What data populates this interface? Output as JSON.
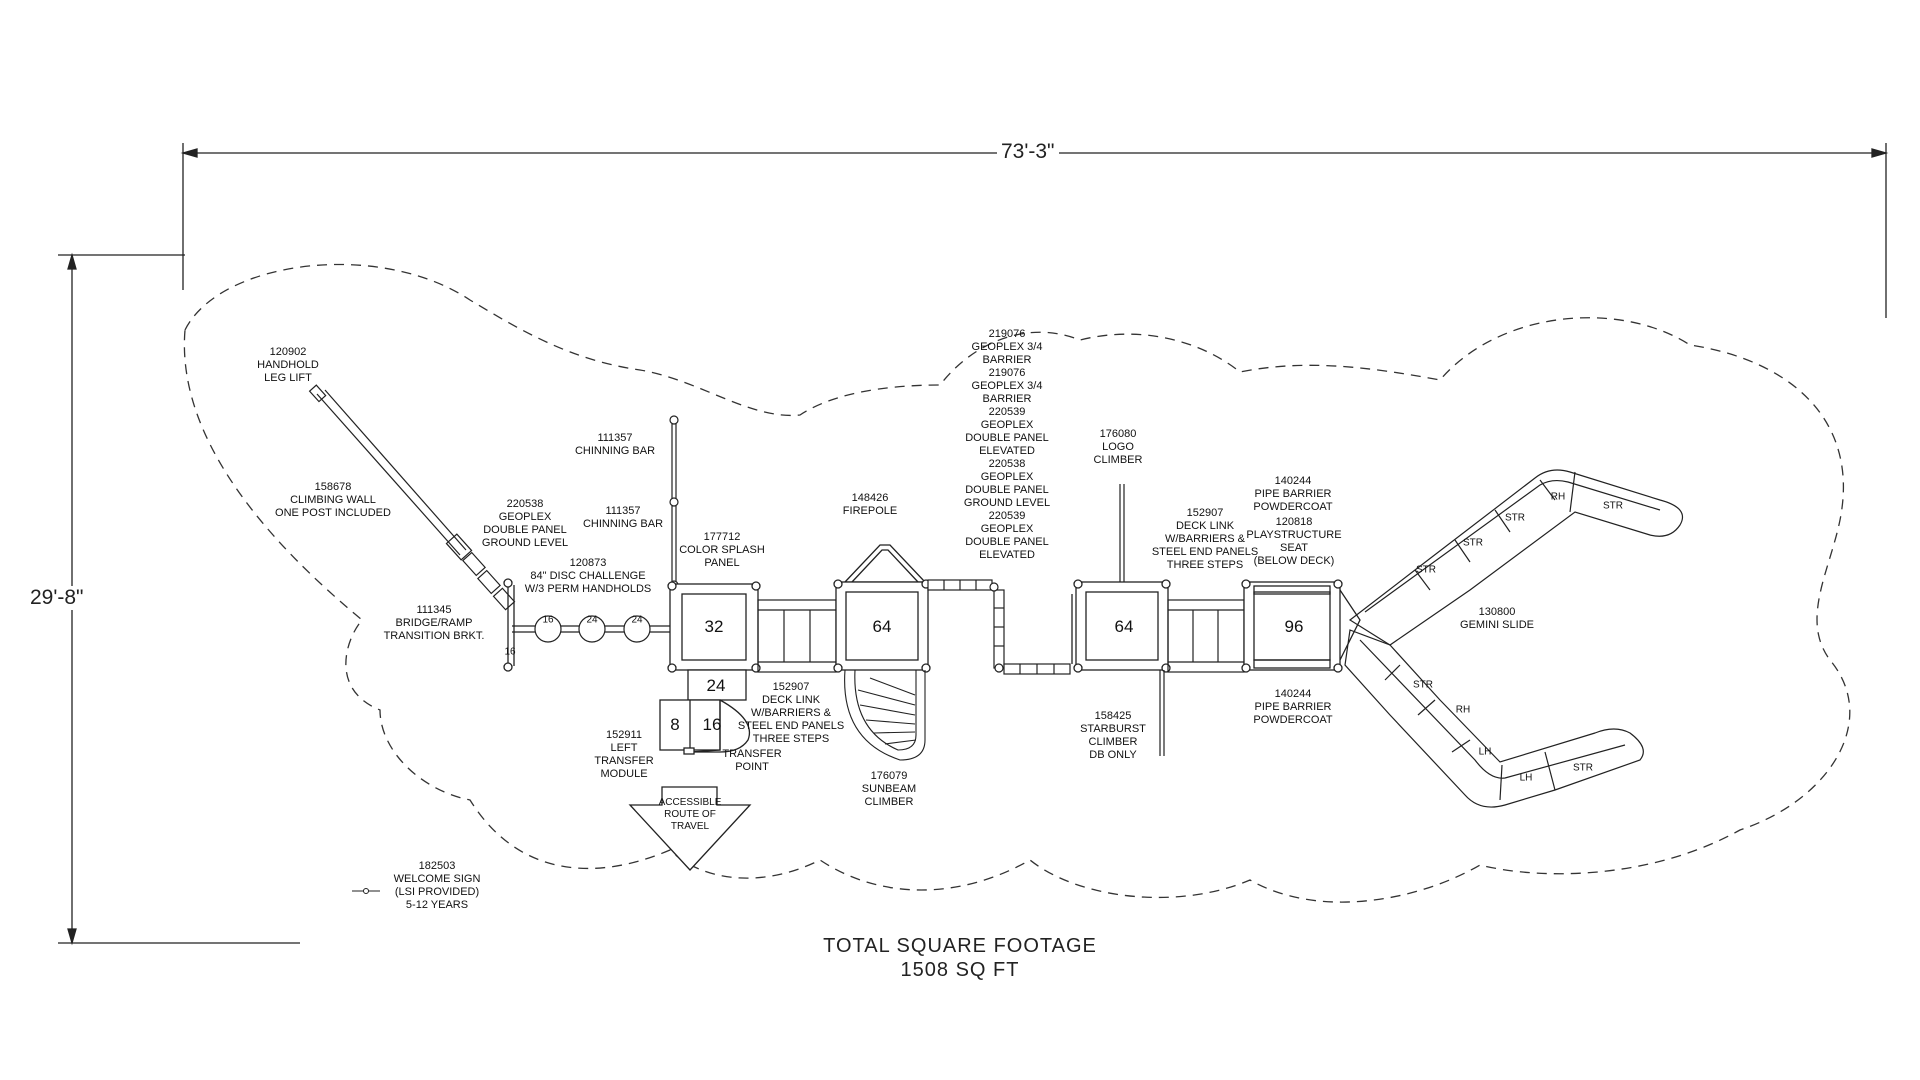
{
  "dimensions": {
    "width": "73'-3\"",
    "height": "29'-8\""
  },
  "total": {
    "title": "TOTAL SQUARE FOOTAGE",
    "value": "1508 SQ FT"
  },
  "decks": {
    "d32": "32",
    "d64a": "64",
    "d64b": "64",
    "d96": "96",
    "d24": "24",
    "d16": "16",
    "d8": "8"
  },
  "disc_labels": {
    "a": "16",
    "b": "24",
    "c": "24"
  },
  "side_marks": {
    "a": "16"
  },
  "slide_segments": {
    "upper": [
      "STR",
      "STR",
      "STR",
      "RH",
      "STR"
    ],
    "lower": [
      "STR",
      "RH",
      "LH",
      "LH",
      "STR"
    ]
  },
  "route": "ACCESSIBLE\nROUTE OF\nTRAVEL",
  "labels": {
    "handhold": "120902\nHANDHOLD\nLEG LIFT",
    "climbing_wall": "158678\nCLIMBING WALL\nONE POST INCLUDED",
    "geoplex_ground": "220538\nGEOPLEX\nDOUBLE PANEL\nGROUND LEVEL",
    "disc_challenge": "120873\n84\" DISC CHALLENGE\nW/3 PERM HANDHOLDS",
    "bridge_ramp": "111345\nBRIDGE/RAMP\nTRANSITION BRKT.",
    "chinning_bar_1": "111357\nCHINNING BAR",
    "chinning_bar_2": "111357\nCHINNING BAR",
    "color_splash": "177712\nCOLOR SPLASH\nPANEL",
    "firepole": "148426\nFIREPOLE",
    "geoplex_stack": "219076\nGEOPLEX 3/4\nBARRIER\n219076\nGEOPLEX 3/4\nBARRIER\n220539\nGEOPLEX\nDOUBLE PANEL\nELEVATED\n220538\nGEOPLEX\nDOUBLE PANEL\nGROUND LEVEL\n220539\nGEOPLEX\nDOUBLE PANEL\nELEVATED",
    "logo_climber": "176080\nLOGO\nCLIMBER",
    "deck_link_right": "152907\nDECK LINK\nW/BARRIERS &\nSTEEL END PANELS\nTHREE STEPS",
    "pipe_barrier_top": "140244\nPIPE BARRIER\nPOWDERCOAT",
    "playstructure_seat": "120818\nPLAYSTRUCTURE\nSEAT\n(BELOW DECK)",
    "gemini_slide": "130800\nGEMINI SLIDE",
    "pipe_barrier_bottom": "140244\nPIPE BARRIER\nPOWDERCOAT",
    "starburst": "158425\nSTARBURST\nCLIMBER\nDB ONLY",
    "sunbeam": "176079\nSUNBEAM\nCLIMBER",
    "deck_link_left": "152907\nDECK LINK\nW/BARRIERS &\nSTEEL END PANELS\nTHREE STEPS",
    "transfer_point": "TRANSFER\nPOINT",
    "transfer_module": "152911\nLEFT\nTRANSFER\nMODULE",
    "welcome_sign": "182503\nWELCOME SIGN\n(LSI PROVIDED)\n5-12 YEARS"
  }
}
